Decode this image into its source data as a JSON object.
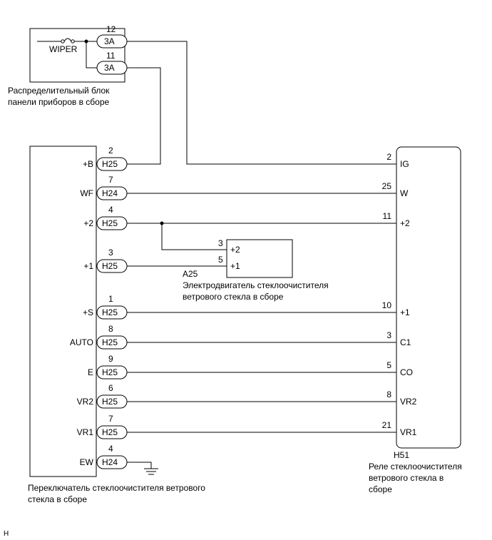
{
  "junction_block": {
    "fuse_label": "WIPER",
    "caption_line1": "Распределительный блок",
    "caption_line2": "панели приборов в сборе",
    "pins": [
      {
        "num": "12",
        "connector": "3A"
      },
      {
        "num": "11",
        "connector": "3A"
      }
    ]
  },
  "switch": {
    "caption_line1": "Переключатель стеклоочистителя ветрового",
    "caption_line2": "стекла в сборе",
    "pins": [
      {
        "label": "+B",
        "num": "2",
        "connector": "H25"
      },
      {
        "label": "WF",
        "num": "7",
        "connector": "H24"
      },
      {
        "label": "+2",
        "num": "4",
        "connector": "H25"
      },
      {
        "label": "+1",
        "num": "3",
        "connector": "H25"
      },
      {
        "label": "+S",
        "num": "1",
        "connector": "H25"
      },
      {
        "label": "AUTO",
        "num": "8",
        "connector": "H25"
      },
      {
        "label": "E",
        "num": "9",
        "connector": "H25"
      },
      {
        "label": "VR2",
        "num": "6",
        "connector": "H25"
      },
      {
        "label": "VR1",
        "num": "7",
        "connector": "H25"
      },
      {
        "label": "EW",
        "num": "4",
        "connector": "H24"
      }
    ]
  },
  "motor": {
    "code": "A25",
    "caption_line1": "Электродвигатель стеклоочистителя",
    "caption_line2": "ветрового стекла в сборе",
    "pins": [
      {
        "label": "+2",
        "num": "3"
      },
      {
        "label": "+1",
        "num": "5"
      }
    ]
  },
  "relay": {
    "code": "H51",
    "caption_line1": "Реле стеклоочистителя",
    "caption_line2": "ветрового стекла в",
    "caption_line3": "сборе",
    "pins": [
      {
        "label": "IG",
        "num": "2"
      },
      {
        "label": "W",
        "num": "25"
      },
      {
        "label": "+2",
        "num": "11"
      },
      {
        "label": "+1",
        "num": "10"
      },
      {
        "label": "C1",
        "num": "3"
      },
      {
        "label": "CO",
        "num": "5"
      },
      {
        "label": "VR2",
        "num": "8"
      },
      {
        "label": "VR1",
        "num": "21"
      }
    ]
  },
  "footer_mark": "H"
}
